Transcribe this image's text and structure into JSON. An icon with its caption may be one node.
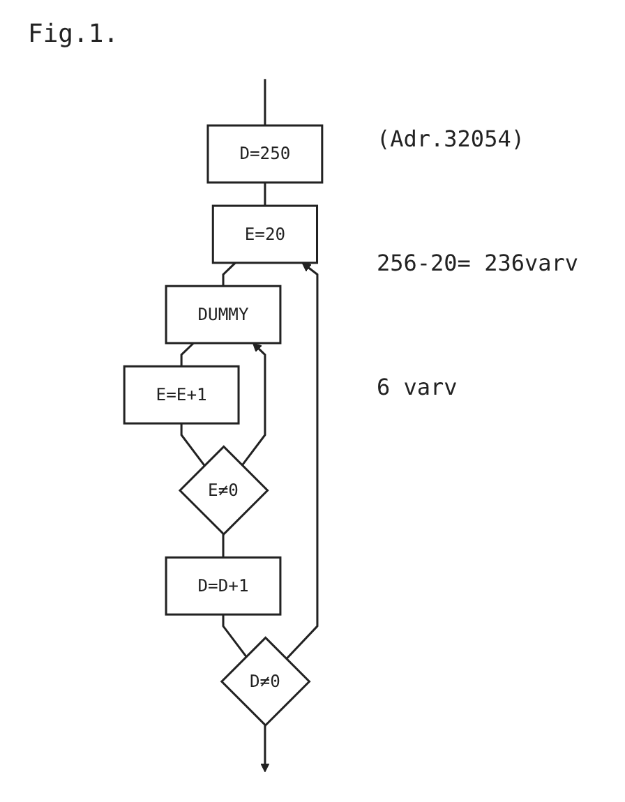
{
  "diagram": {
    "title": "Fig.1.",
    "nodes": [
      {
        "text": [
          "D=250"
        ],
        "beside": [
          "(Adr.32054)"
        ]
      },
      {
        "text": [
          "E=20"
        ]
      },
      {
        "text": [
          "DUMMY"
        ]
      },
      {
        "text": [
          "E=E+1"
        ]
      },
      {
        "text": [
          "E≠0"
        ]
      },
      {
        "text": [
          "D=D+1"
        ]
      },
      {
        "text": [
          "D≠0"
        ]
      }
    ],
    "edges": [
      {
        "from": null,
        "to": 0,
        "arrow": "none"
      },
      {
        "from": 0,
        "to": 1,
        "arrow": "none"
      },
      {
        "from": 1,
        "to": 2,
        "arrow": "none"
      },
      {
        "from": 2,
        "to": 3,
        "arrow": "none"
      },
      {
        "from": 3,
        "to": 4,
        "arrow": "none"
      },
      {
        "from": 4,
        "to": 2,
        "arrow": "to"
      },
      {
        "from": 4,
        "to": 5,
        "arrow": "none"
      },
      {
        "from": 5,
        "to": 6,
        "arrow": "none"
      },
      {
        "from": 6,
        "to": 1,
        "arrow": "to"
      },
      {
        "from": 6,
        "to": null,
        "arrow": "to"
      }
    ],
    "labels": [
      "256-20= 236varv",
      "6 varv"
    ]
  }
}
